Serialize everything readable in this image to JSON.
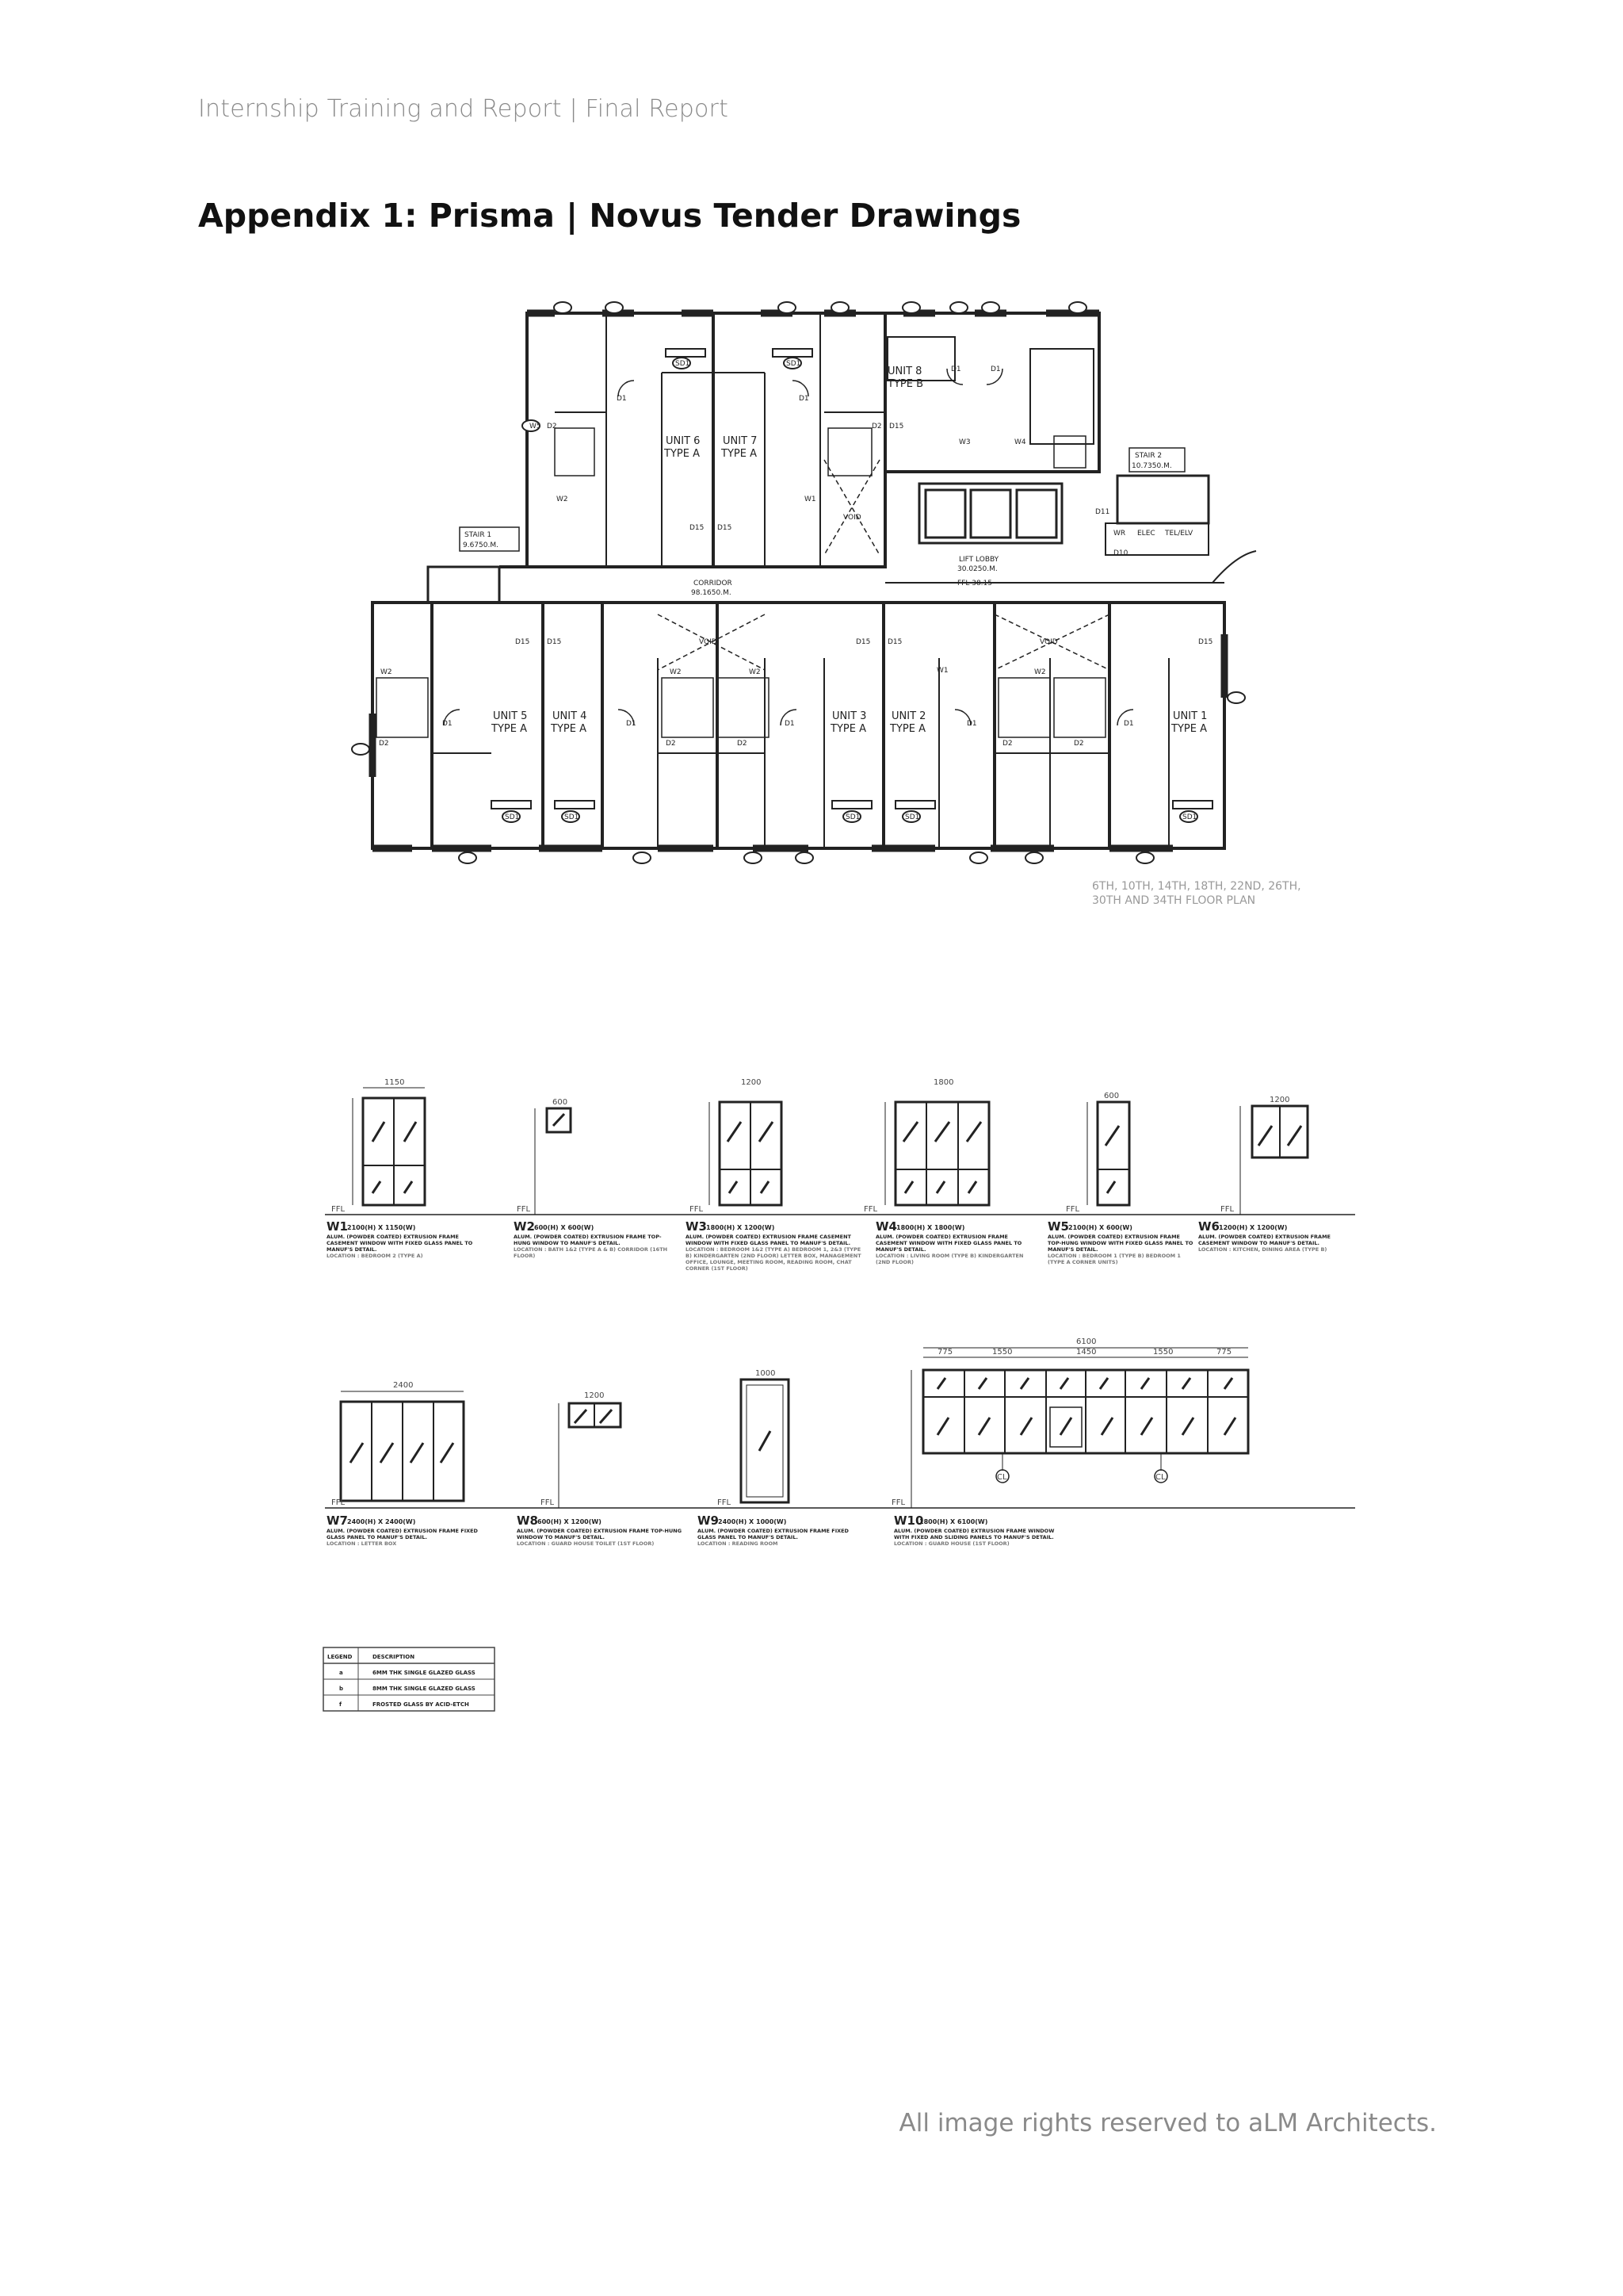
{
  "header": {
    "running_head": "Internship Training and Report | Final Report"
  },
  "title": "Appendix 1: Prisma | Novus Tender Drawings",
  "floor_plan": {
    "plan_title_line1": "6TH, 10TH, 14TH, 18TH, 22ND, 26TH,",
    "plan_title_line2": "30TH AND 34TH FLOOR PLAN",
    "units": [
      {
        "name": "UNIT 6",
        "type": "TYPE A"
      },
      {
        "name": "UNIT 7",
        "type": "TYPE A"
      },
      {
        "name": "UNIT 8",
        "type": "TYPE B"
      },
      {
        "name": "UNIT 5",
        "type": "TYPE A"
      },
      {
        "name": "UNIT 4",
        "type": "TYPE A"
      },
      {
        "name": "UNIT 3",
        "type": "TYPE A"
      },
      {
        "name": "UNIT 2",
        "type": "TYPE A"
      },
      {
        "name": "UNIT 1",
        "type": "TYPE A"
      }
    ],
    "stair1": {
      "name": "STAIR 1",
      "level": "9.6750.M."
    },
    "stair2": {
      "name": "STAIR 2",
      "level": "10.7350.M."
    },
    "corridor": {
      "name": "CORRIDOR",
      "area": "98.1650.M."
    },
    "lift_lobby": {
      "name": "LIFT LOBBY",
      "area": "30.0250.M.",
      "ffl": "FFL 38.15"
    },
    "void_label": "VOID",
    "rooms": {
      "wr": "WR",
      "elec": "ELEC",
      "tel": "TEL/ELV"
    },
    "tags": {
      "d1": "D1",
      "d2": "D2",
      "d15": "D15",
      "sd1": "SD1",
      "w1": "W1",
      "w2": "W2",
      "w3": "W3",
      "w4": "W4",
      "w5": "W5",
      "d10": "D10",
      "d11": "D11"
    }
  },
  "windows": [
    {
      "id": "W1",
      "size": "2100(H) X 1150(W)",
      "width": "1150",
      "desc": "ALUM. (POWDER COATED) EXTRUSION FRAME CASEMENT WINDOW WITH FIXED GLASS PANEL TO MANUF'S DETAIL.",
      "location": "LOCATION : BEDROOM 2 (TYPE A)"
    },
    {
      "id": "W2",
      "size": "600(H) X 600(W)",
      "width": "600",
      "desc": "ALUM. (POWDER COATED) EXTRUSION FRAME TOP-HUNG WINDOW TO MANUF'S DETAIL.",
      "location": "LOCATION : BATH 1&2 (TYPE A & B) CORRIDOR (16TH FLOOR)"
    },
    {
      "id": "W3",
      "size": "1800(H) X 1200(W)",
      "width": "1200",
      "desc": "ALUM. (POWDER COATED) EXTRUSION FRAME CASEMENT WINDOW WITH FIXED GLASS PANEL TO MANUF'S DETAIL.",
      "location": "LOCATION : BEDROOM 1&2 (TYPE A) BEDROOM 1, 2&3 (TYPE B) KINDERGARTEN (2ND FLOOR) LETTER BOX, MANAGEMENT OFFICE, LOUNGE, MEETING ROOM, READING ROOM, CHAT CORNER (1ST FLOOR)"
    },
    {
      "id": "W4",
      "size": "1800(H) X 1800(W)",
      "width": "1800",
      "desc": "ALUM. (POWDER COATED) EXTRUSION FRAME CASEMENT WINDOW WITH FIXED GLASS PANEL TO MANUF'S DETAIL.",
      "location": "LOCATION : LIVING ROOM (TYPE B) KINDERGARTEN (2ND FLOOR)"
    },
    {
      "id": "W5",
      "size": "2100(H) X 600(W)",
      "width": "600",
      "desc": "ALUM. (POWDER COATED) EXTRUSION FRAME TOP-HUNG WINDOW WITH FIXED GLASS PANEL TO MANUF'S DETAIL.",
      "location": "LOCATION : BEDROOM 1 (TYPE B) BEDROOM 1 (TYPE A CORNER UNITS)"
    },
    {
      "id": "W6",
      "size": "1200(H) X 1200(W)",
      "width": "1200",
      "desc": "ALUM. (POWDER COATED) EXTRUSION FRAME CASEMENT WINDOW TO MANUF'S DETAIL.",
      "location": "LOCATION : KITCHEN, DINING AREA (TYPE B)"
    },
    {
      "id": "W7",
      "size": "2400(H) X 2400(W)",
      "width": "2400",
      "desc": "ALUM. (POWDER COATED) EXTRUSION FRAME FIXED GLASS PANEL TO MANUF'S DETAIL.",
      "location": "LOCATION : LETTER BOX"
    },
    {
      "id": "W8",
      "size": "600(H) X 1200(W)",
      "width": "1200",
      "desc": "ALUM. (POWDER COATED) EXTRUSION FRAME TOP-HUNG WINDOW TO MANUF'S DETAIL.",
      "location": "LOCATION : GUARD HOUSE TOILET (1ST FLOOR)"
    },
    {
      "id": "W9",
      "size": "2400(H) X 1000(W)",
      "width": "1000",
      "desc": "ALUM. (POWDER COATED) EXTRUSION FRAME FIXED GLASS PANEL TO MANUF'S DETAIL.",
      "location": "LOCATION : READING ROOM"
    },
    {
      "id": "W10",
      "size": "1800(H) X 6100(W)",
      "width": "6100",
      "desc": "ALUM. (POWDER COATED) EXTRUSION FRAME WINDOW WITH FIXED AND SLIDING PANELS TO MANUF'S DETAIL.",
      "location": "LOCATION : GUARD HOUSE (1ST FLOOR)"
    }
  ],
  "w10_dims": [
    "775",
    "1550",
    "1450",
    "1550",
    "775"
  ],
  "ffl_label": "FFL",
  "cl_label": "CL",
  "legend": {
    "headers": [
      "LEGEND",
      "DESCRIPTION"
    ],
    "rows": [
      {
        "key": "a",
        "desc": "6MM THK SINGLE GLAZED GLASS"
      },
      {
        "key": "b",
        "desc": "8MM THK SINGLE GLAZED GLASS"
      },
      {
        "key": "f",
        "desc": "FROSTED GLASS BY ACID-ETCH"
      }
    ]
  },
  "footer": {
    "rights": "All image rights reserved to aLM Architects."
  }
}
